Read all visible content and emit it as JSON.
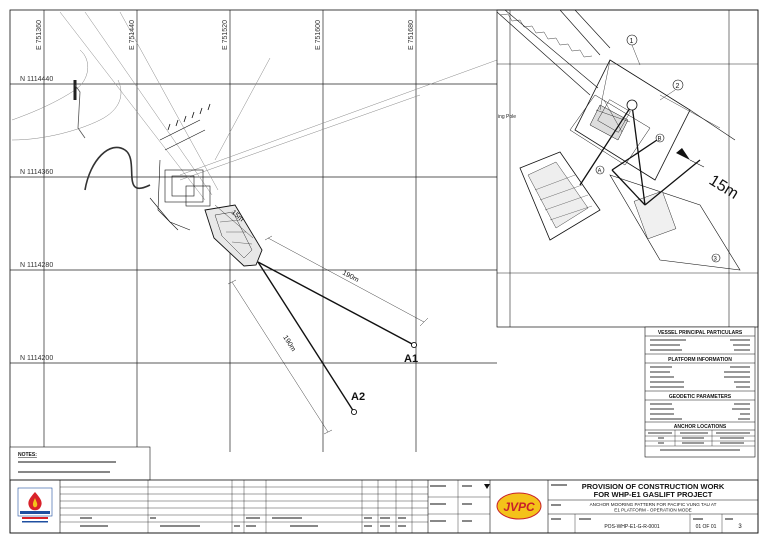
{
  "drawing": {
    "easting_labels": [
      "E 751360",
      "E 751440",
      "E 751520",
      "E 751600",
      "E 751680"
    ],
    "northing_labels": [
      "N 1114440",
      "N 1114360",
      "N 1114280",
      "N 1114200"
    ],
    "dimension_15m": "15m",
    "dimension_190m_a": "190m",
    "dimension_190m_b": "190m",
    "anchor_a1": "A1",
    "anchor_a2": "A2"
  },
  "detail": {
    "label_pole": "ing Pole",
    "dimension": "15m",
    "callouts": [
      "1",
      "2",
      "A",
      "B",
      "3"
    ]
  },
  "vessel_table": {
    "title": "VESSEL PRINCIPAL PARTICULARS"
  },
  "platform_table": {
    "title": "PLATFORM INFORMATION"
  },
  "geodetic_table": {
    "title": "GEODETIC PARAMETERS"
  },
  "anchor_table": {
    "title": "ANCHOR LOCATIONS"
  },
  "notes": {
    "title": "NOTES:"
  },
  "logo_jvpc": "JVPC",
  "title_block": {
    "title_line1": "PROVISION OF CONSTRUCTION WORK",
    "title_line2": "FOR WHP-E1 GASLIFT PROJECT",
    "subtitle_line1": "ANCHOR MOORING PATTERN FOR PACIFIC VUNG TAU AT",
    "subtitle_line2": "E1 PLATFORM - OPERATION MODE",
    "drawing_no": "POS-WHP-E1-G-R-0001",
    "sheet": "01 OF 01",
    "revision": "3"
  },
  "colors": {
    "line": "#111111",
    "grid": "#222222",
    "logo_red": "#d9222a",
    "logo_blue": "#1f4fa0",
    "jvpc_yellow": "#f4c21a",
    "jvpc_red": "#c8202a"
  }
}
